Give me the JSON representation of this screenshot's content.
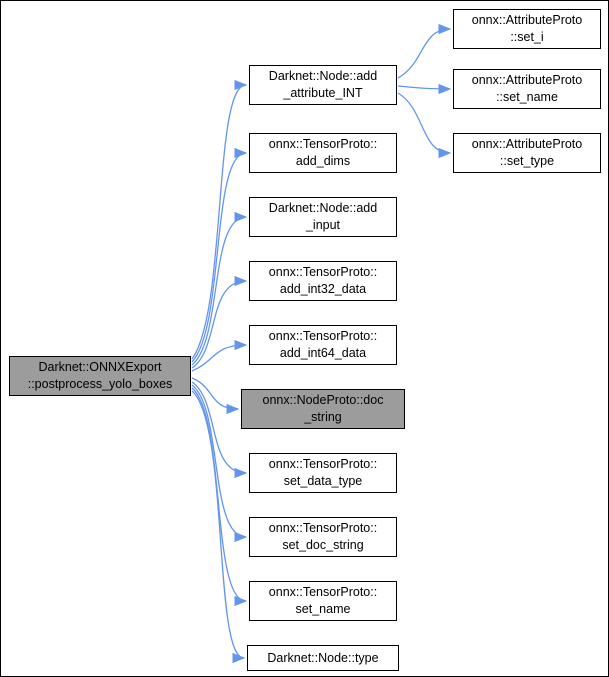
{
  "colors": {
    "edge": "#6495ED",
    "node_fill": "#ffffff",
    "active_fill": "#9c9c9c",
    "node_border": "#000000",
    "background": "#ffffff"
  },
  "nodes": {
    "root": {
      "line1": "Darknet::ONNXExport",
      "line2": "::postprocess_yolo_boxes"
    },
    "add_attribute_int": {
      "line1": "Darknet::Node::add",
      "line2": "_attribute_INT"
    },
    "add_dims": {
      "line1": "onnx::TensorProto::",
      "line2": "add_dims"
    },
    "add_input": {
      "line1": "Darknet::Node::add",
      "line2": "_input"
    },
    "add_int32_data": {
      "line1": "onnx::TensorProto::",
      "line2": "add_int32_data"
    },
    "add_int64_data": {
      "line1": "onnx::TensorProto::",
      "line2": "add_int64_data"
    },
    "doc_string": {
      "line1": "onnx::NodeProto::doc",
      "line2": "_string"
    },
    "set_data_type": {
      "line1": "onnx::TensorProto::",
      "line2": "set_data_type"
    },
    "set_doc_string": {
      "line1": "onnx::TensorProto::",
      "line2": "set_doc_string"
    },
    "tensor_set_name": {
      "line1": "onnx::TensorProto::",
      "line2": "set_name"
    },
    "node_type": {
      "line1": "Darknet::Node::type"
    },
    "attr_set_i": {
      "line1": "onnx::AttributeProto",
      "line2": "::set_i"
    },
    "attr_set_name": {
      "line1": "onnx::AttributeProto",
      "line2": "::set_name"
    },
    "attr_set_type": {
      "line1": "onnx::AttributeProto",
      "line2": "::set_type"
    }
  },
  "edges": [
    {
      "from": "Darknet::ONNXExport::postprocess_yolo_boxes",
      "to": "Darknet::Node::add_attribute_INT"
    },
    {
      "from": "Darknet::ONNXExport::postprocess_yolo_boxes",
      "to": "onnx::TensorProto::add_dims"
    },
    {
      "from": "Darknet::ONNXExport::postprocess_yolo_boxes",
      "to": "Darknet::Node::add_input"
    },
    {
      "from": "Darknet::ONNXExport::postprocess_yolo_boxes",
      "to": "onnx::TensorProto::add_int32_data"
    },
    {
      "from": "Darknet::ONNXExport::postprocess_yolo_boxes",
      "to": "onnx::TensorProto::add_int64_data"
    },
    {
      "from": "Darknet::ONNXExport::postprocess_yolo_boxes",
      "to": "onnx::NodeProto::doc_string"
    },
    {
      "from": "Darknet::ONNXExport::postprocess_yolo_boxes",
      "to": "onnx::TensorProto::set_data_type"
    },
    {
      "from": "Darknet::ONNXExport::postprocess_yolo_boxes",
      "to": "onnx::TensorProto::set_doc_string"
    },
    {
      "from": "Darknet::ONNXExport::postprocess_yolo_boxes",
      "to": "onnx::TensorProto::set_name"
    },
    {
      "from": "Darknet::ONNXExport::postprocess_yolo_boxes",
      "to": "Darknet::Node::type"
    },
    {
      "from": "Darknet::Node::add_attribute_INT",
      "to": "onnx::AttributeProto::set_i"
    },
    {
      "from": "Darknet::Node::add_attribute_INT",
      "to": "onnx::AttributeProto::set_name"
    },
    {
      "from": "Darknet::Node::add_attribute_INT",
      "to": "onnx::AttributeProto::set_type"
    }
  ]
}
